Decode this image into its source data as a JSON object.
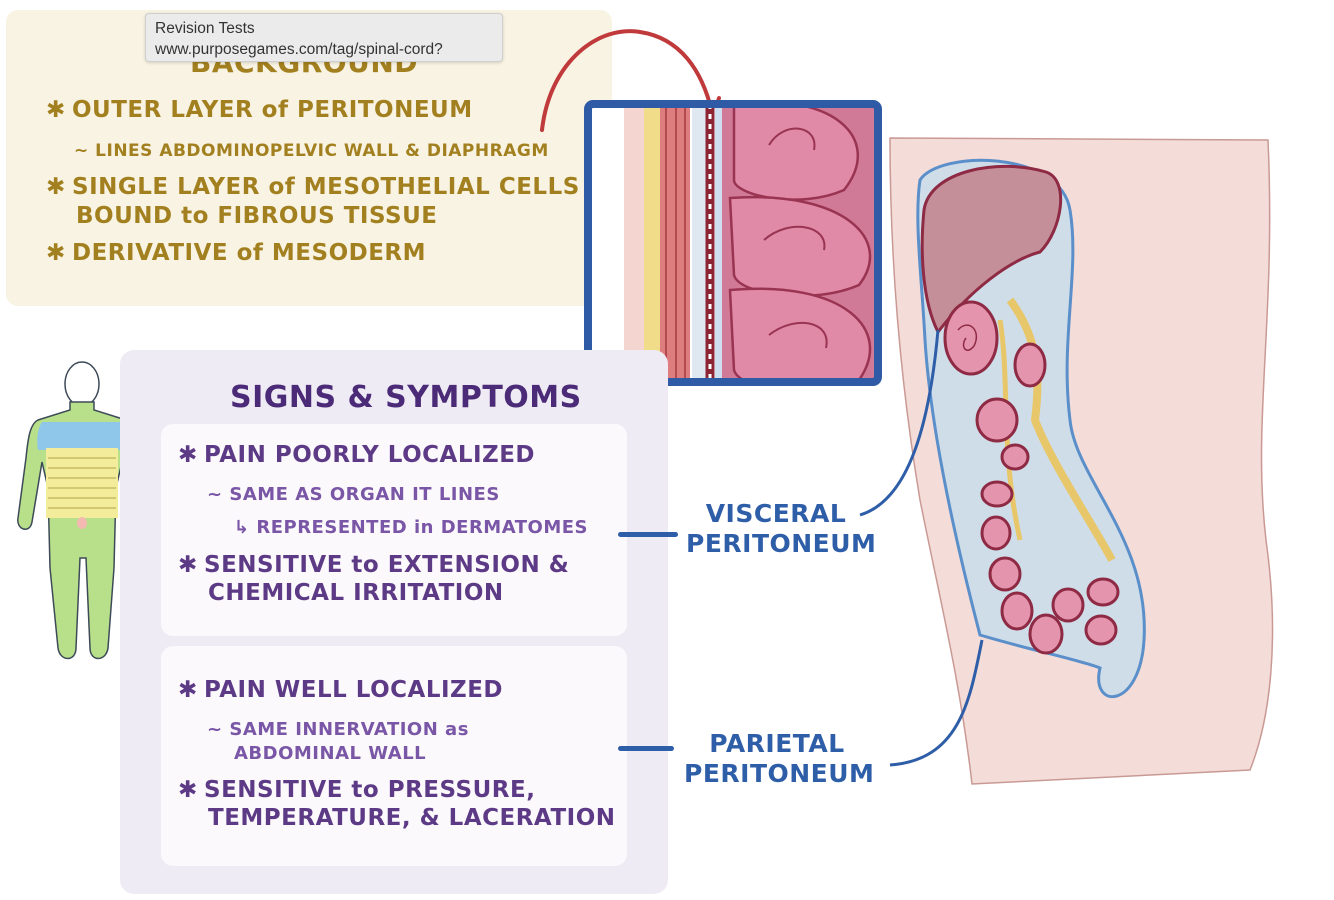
{
  "tooltip": {
    "title": "Revision Tests",
    "url": "www.purposegames.com/tag/spinal-cord?"
  },
  "background": {
    "heading": "BACKGROUND",
    "bullets": [
      "OUTER LAYER of PERITONEUM",
      "SINGLE LAYER of MESOTHELIAL CELLS",
      "BOUND to FIBROUS TISSUE",
      "DERIVATIVE of MESODERM"
    ],
    "sub": "~ LINES ABDOMINOPELVIC WALL & DIAPHRAGM",
    "star": "✱"
  },
  "signs": {
    "title": "SIGNS & SYMPTOMS",
    "visceral": {
      "b1": "PAIN POORLY LOCALIZED",
      "s1": "~ SAME AS ORGAN IT LINES",
      "s2": "↳ REPRESENTED in DERMATOMES",
      "b2a": "SENSITIVE to EXTENSION &",
      "b2b": "CHEMICAL IRRITATION"
    },
    "parietal": {
      "b1": "PAIN WELL LOCALIZED",
      "s1": "~ SAME INNERVATION as",
      "s2": "ABDOMINAL WALL",
      "b2a": "SENSITIVE to PRESSURE,",
      "b2b": "TEMPERATURE, & LACERATION"
    }
  },
  "labels": {
    "visceral_1": "VISCERAL",
    "visceral_2": "PERITONEUM",
    "parietal_1": "PARIETAL",
    "parietal_2": "PERITONEUM"
  },
  "colors": {
    "background_text": "#a3801f",
    "signs_text": "#5d3a86",
    "label_blue": "#2f5ea8",
    "organ_pink": "#d98aa3",
    "frame_blue": "#2e5aa6"
  }
}
